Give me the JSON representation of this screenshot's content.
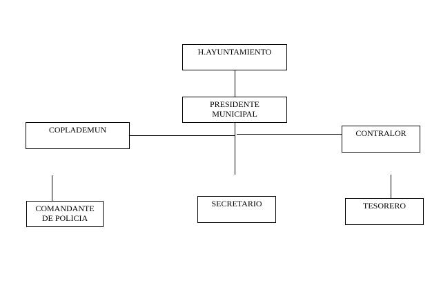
{
  "org_chart": {
    "nodes": {
      "ayuntamiento": "H.AYUNTAMIENTO",
      "presidente": "PRESIDENTE\nMUNICIPAL",
      "coplademun": "COPLADEMUN",
      "contralor": "CONTRALOR",
      "comandante": "COMANDANTE\nDE POLICIA",
      "secretario": "SECRETARIO",
      "tesorero": "TESORERO"
    },
    "line_color": "#000000",
    "box_border_color": "#000000"
  }
}
